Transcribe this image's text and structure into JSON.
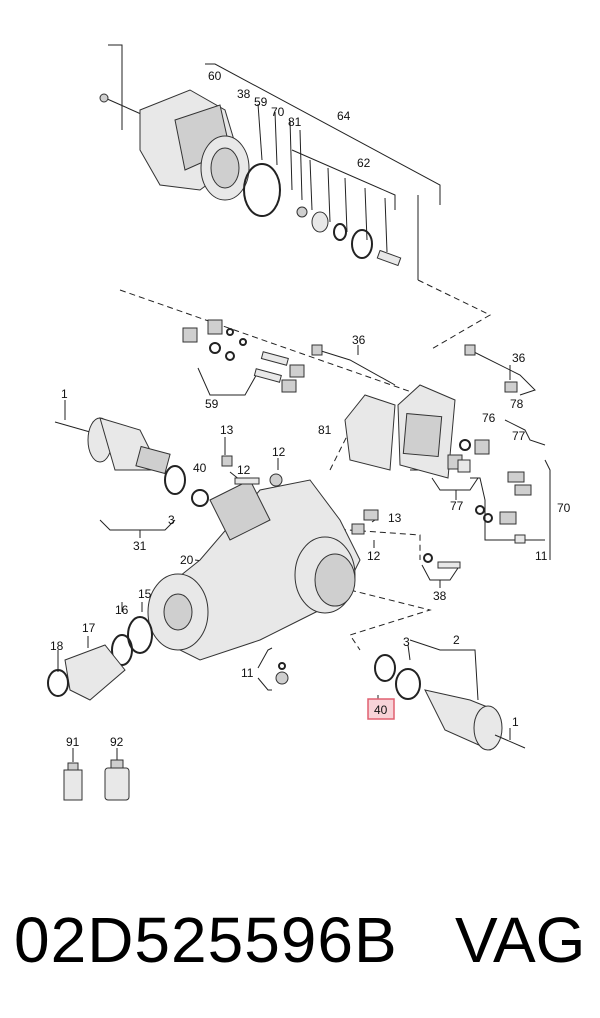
{
  "diagram": {
    "callouts": {
      "c60": "60",
      "c38a": "38",
      "c59a": "59",
      "c70a": "70",
      "c81a": "81",
      "c64": "64",
      "c62": "62",
      "c36a": "36",
      "c36b": "36",
      "c78": "78",
      "c59b": "59",
      "c81b": "81",
      "c76": "76",
      "c77a": "77",
      "c77b": "77",
      "c70b": "70",
      "c11a": "11",
      "c38b": "38",
      "c1a": "1",
      "c13a": "13",
      "c12a": "12",
      "c12b": "12",
      "c40a": "40",
      "c3a": "3",
      "c31": "31",
      "c20": "20",
      "c13b": "13",
      "c12c": "12",
      "c15": "15",
      "c16": "16",
      "c17": "17",
      "c18": "18",
      "c11b": "11",
      "c3b": "3",
      "c2": "2",
      "c40b": "40",
      "c1b": "1",
      "c91": "91",
      "c92": "92"
    },
    "highlight_color": "#e06070"
  },
  "caption": {
    "part_number": "02D525596B",
    "brand": "VAG"
  }
}
